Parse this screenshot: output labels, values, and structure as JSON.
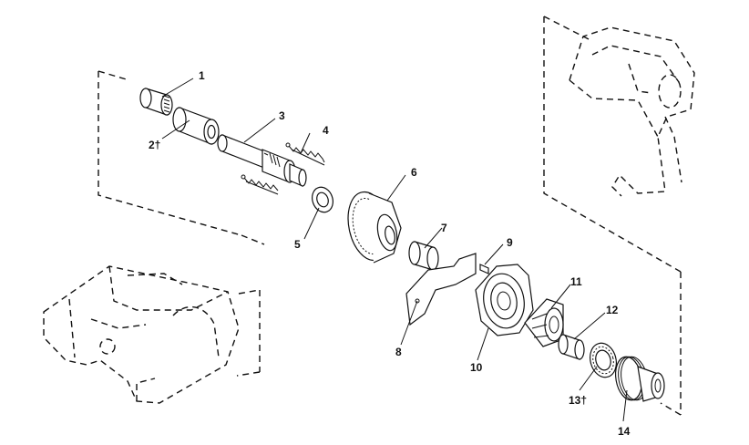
{
  "diagram": {
    "callouts": [
      "1",
      "2†",
      "3",
      "4",
      "5",
      "6",
      "7",
      "8",
      "9",
      "10",
      "11",
      "12",
      "13†",
      "14"
    ]
  }
}
